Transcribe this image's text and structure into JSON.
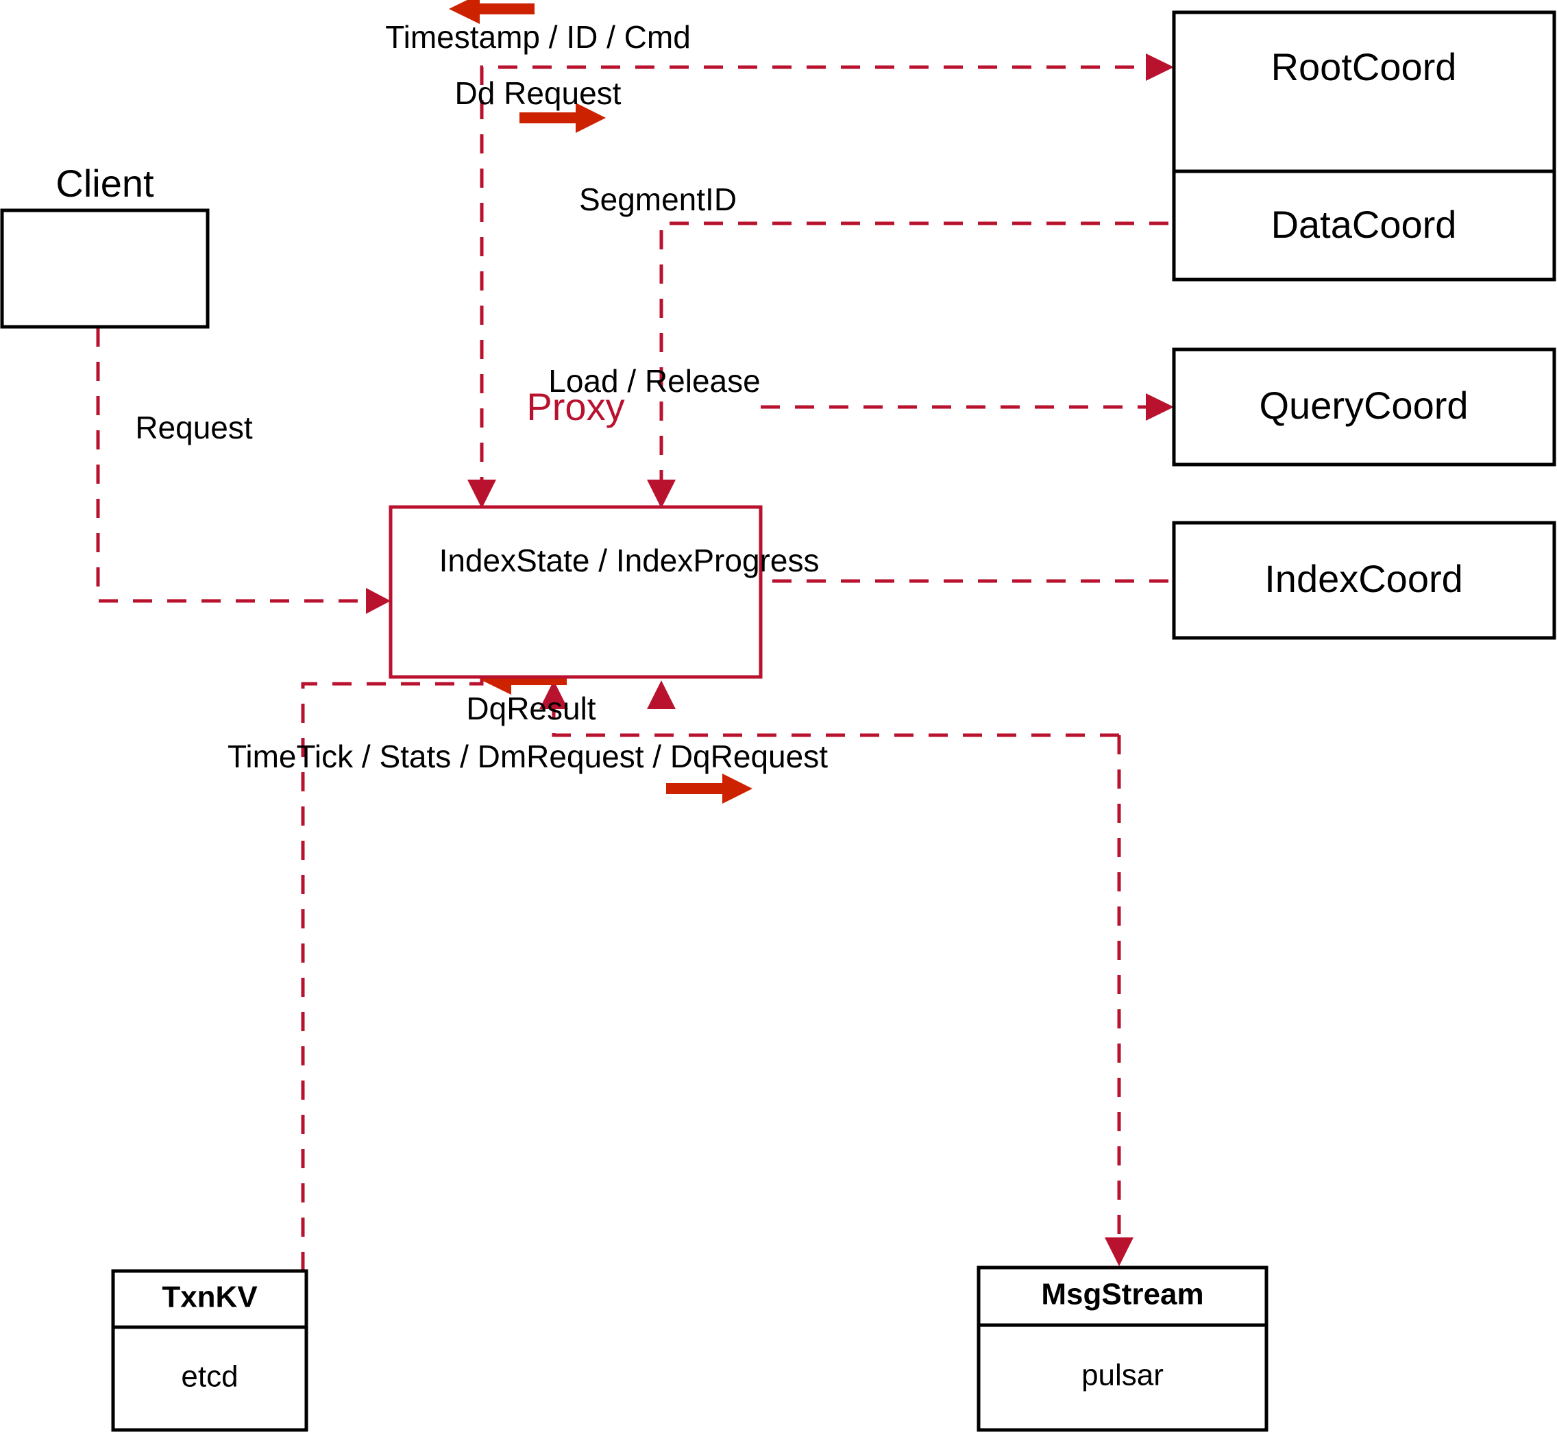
{
  "diagram": {
    "title": "Milvus Proxy interaction diagram",
    "colors": {
      "accent": "#b9122e",
      "arrow": "#cc2200",
      "node_border": "#000000",
      "background": "#ffffff"
    },
    "nodes": [
      {
        "id": "client",
        "label": "Client",
        "style": "plain"
      },
      {
        "id": "proxy",
        "label": "Proxy",
        "style": "accent"
      },
      {
        "id": "rootcoord",
        "label": "RootCoord",
        "style": "plain"
      },
      {
        "id": "datacoord",
        "label": "DataCoord",
        "style": "plain"
      },
      {
        "id": "querycoord",
        "label": "QueryCoord",
        "style": "plain"
      },
      {
        "id": "indexcoord",
        "label": "IndexCoord",
        "style": "plain"
      },
      {
        "id": "txnkv",
        "label": "TxnKV",
        "sub": "etcd",
        "style": "two-part"
      },
      {
        "id": "msgstream",
        "label": "MsgStream",
        "sub": "pulsar",
        "style": "two-part"
      }
    ],
    "edges": [
      {
        "id": "e-timestamp",
        "label": "Timestamp / ID / Cmd",
        "from": "rootcoord",
        "to": "proxy",
        "direction": "left"
      },
      {
        "id": "e-ddrequest",
        "label": "Dd Request",
        "from": "proxy",
        "to": "rootcoord",
        "direction": "right"
      },
      {
        "id": "e-segmentid",
        "label": "SegmentID",
        "from": "datacoord",
        "to": "proxy",
        "direction": "left"
      },
      {
        "id": "e-loadrelease",
        "label": "Load / Release",
        "from": "proxy",
        "to": "querycoord",
        "direction": "right"
      },
      {
        "id": "e-indexstate",
        "label": "IndexState / IndexProgress",
        "from": "indexcoord",
        "to": "proxy",
        "direction": "left"
      },
      {
        "id": "e-request",
        "label": "Request",
        "from": "client",
        "to": "proxy",
        "direction": "right"
      },
      {
        "id": "e-dqresult",
        "label": "DqResult",
        "from": "msgstream",
        "to": "proxy",
        "direction": "left"
      },
      {
        "id": "e-timetick",
        "label": "TimeTick / Stats / DmRequest / DqRequest",
        "from": "proxy",
        "to": "msgstream",
        "direction": "right"
      },
      {
        "id": "e-txnkv",
        "label": "",
        "from": "proxy",
        "to": "txnkv",
        "direction": "none"
      }
    ]
  }
}
